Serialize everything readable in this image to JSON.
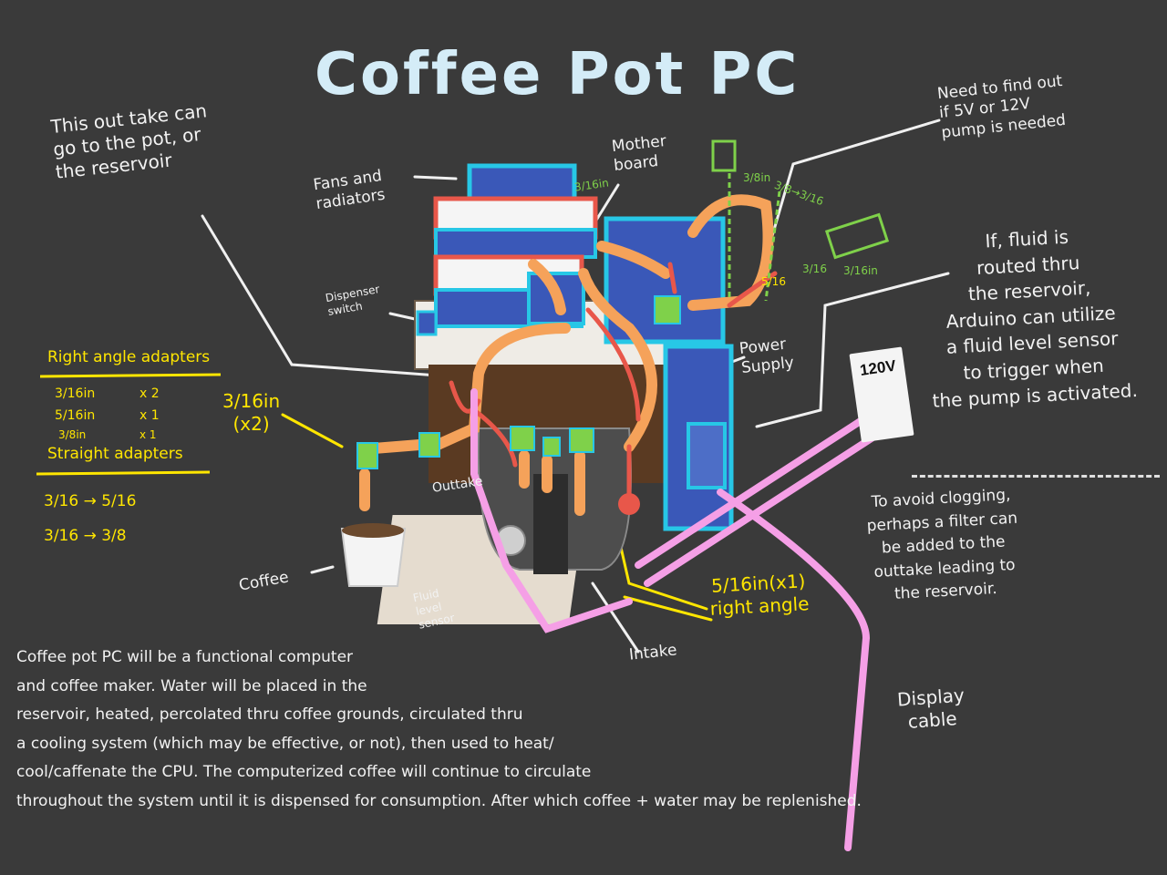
{
  "title": "Coffee Pot PC",
  "labels": {
    "outtake_note": "This out take can\ngo to the pot, or\nthe reservoir",
    "fans": "Fans and\nradiators",
    "motherboard": "Mother\nboard",
    "dispenser": "Dispenser\nswitch",
    "power_supply": "Power\nSupply",
    "outtake": "Outtake",
    "coffee": "Coffee",
    "fluid_sensor": "Fluid\nlevel\nsensor",
    "intake": "Intake",
    "display_cable": "Display\ncable",
    "pump_note": "Need to find out\nif 5V or 12V\npump is needed",
    "fluid_note": "If, fluid is\nrouted thru\nthe reservoir,\nArduino can utilize\na fluid level sensor\nto trigger when\nthe pump is activated.",
    "clog_note": "To avoid clogging,\nperhaps a filter can\nbe added to the\nouttake leading to\nthe reservoir.",
    "voltage": "120V"
  },
  "adapters": {
    "right_angle_heading": "Right angle adapters",
    "right_angle_items": [
      {
        "size": "3/16in",
        "qty": "x 2"
      },
      {
        "size": "5/16in",
        "qty": "x 1"
      },
      {
        "size": "3/8in",
        "qty": "x 1"
      }
    ],
    "straight_heading": "Straight adapters",
    "straight_items": [
      "3/16 → 5/16",
      "3/16 → 3/8"
    ]
  },
  "callouts": {
    "a316_x2": "3/16in\n(x2)",
    "a516_x1": "5/16in(x1)\nright angle",
    "dim_316in_top": "3/16in",
    "dim_38in": "3/8in",
    "dim_38_316": "3/8→3/16",
    "dim_316_mid": "3/16",
    "dim_316in_mid": "3/16in",
    "dim_516": "5/16"
  },
  "description": "Coffee pot PC will be a functional computer\nand coffee maker. Water will be placed in the\nreservoir, heated, percolated thru coffee grounds, circulated thru\na cooling system (which may be effective, or not), then used to heat/\ncool/caffenate the CPU. The computerized coffee will continue to circulate\nthroughout the system until it is dispensed for consumption. After which coffee + water may be replenished.",
  "colors": {
    "background": "#3a3a3a",
    "title": "#d4ecf7",
    "note_text": "#f2f2f2",
    "highlight": "#ffe600",
    "tube_orange": "#f5a25a",
    "radiator_red": "#e8574a",
    "cyan_outline": "#27c7e6",
    "board_blue": "#3a58b8",
    "pink_cable": "#f59fe6",
    "adapter_green": "#7fd14a"
  }
}
